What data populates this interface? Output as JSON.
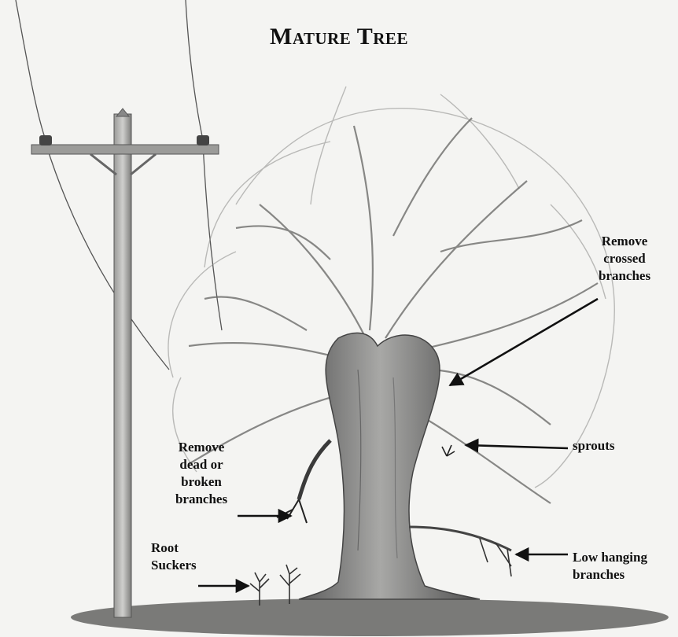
{
  "title": "Mature Tree",
  "labels": {
    "crossed": [
      "Remove",
      "crossed",
      "branches"
    ],
    "sprouts": "sprouts",
    "dead": [
      "Remove",
      "dead or",
      "broken",
      "branches"
    ],
    "suckers": [
      "Root",
      "Suckers"
    ],
    "low": [
      "Low hanging",
      "branches"
    ]
  },
  "illustration": [
    "utility-pole-icon",
    "power-line-icon",
    "mature-tree-icon",
    "root-sucker-icon",
    "ground-shadow-icon",
    "arrow-icon"
  ],
  "colors": {
    "ink": "#111111",
    "paper": "#f4f4f2",
    "trunk": "#6e6e6e",
    "canopy": "#555555"
  }
}
